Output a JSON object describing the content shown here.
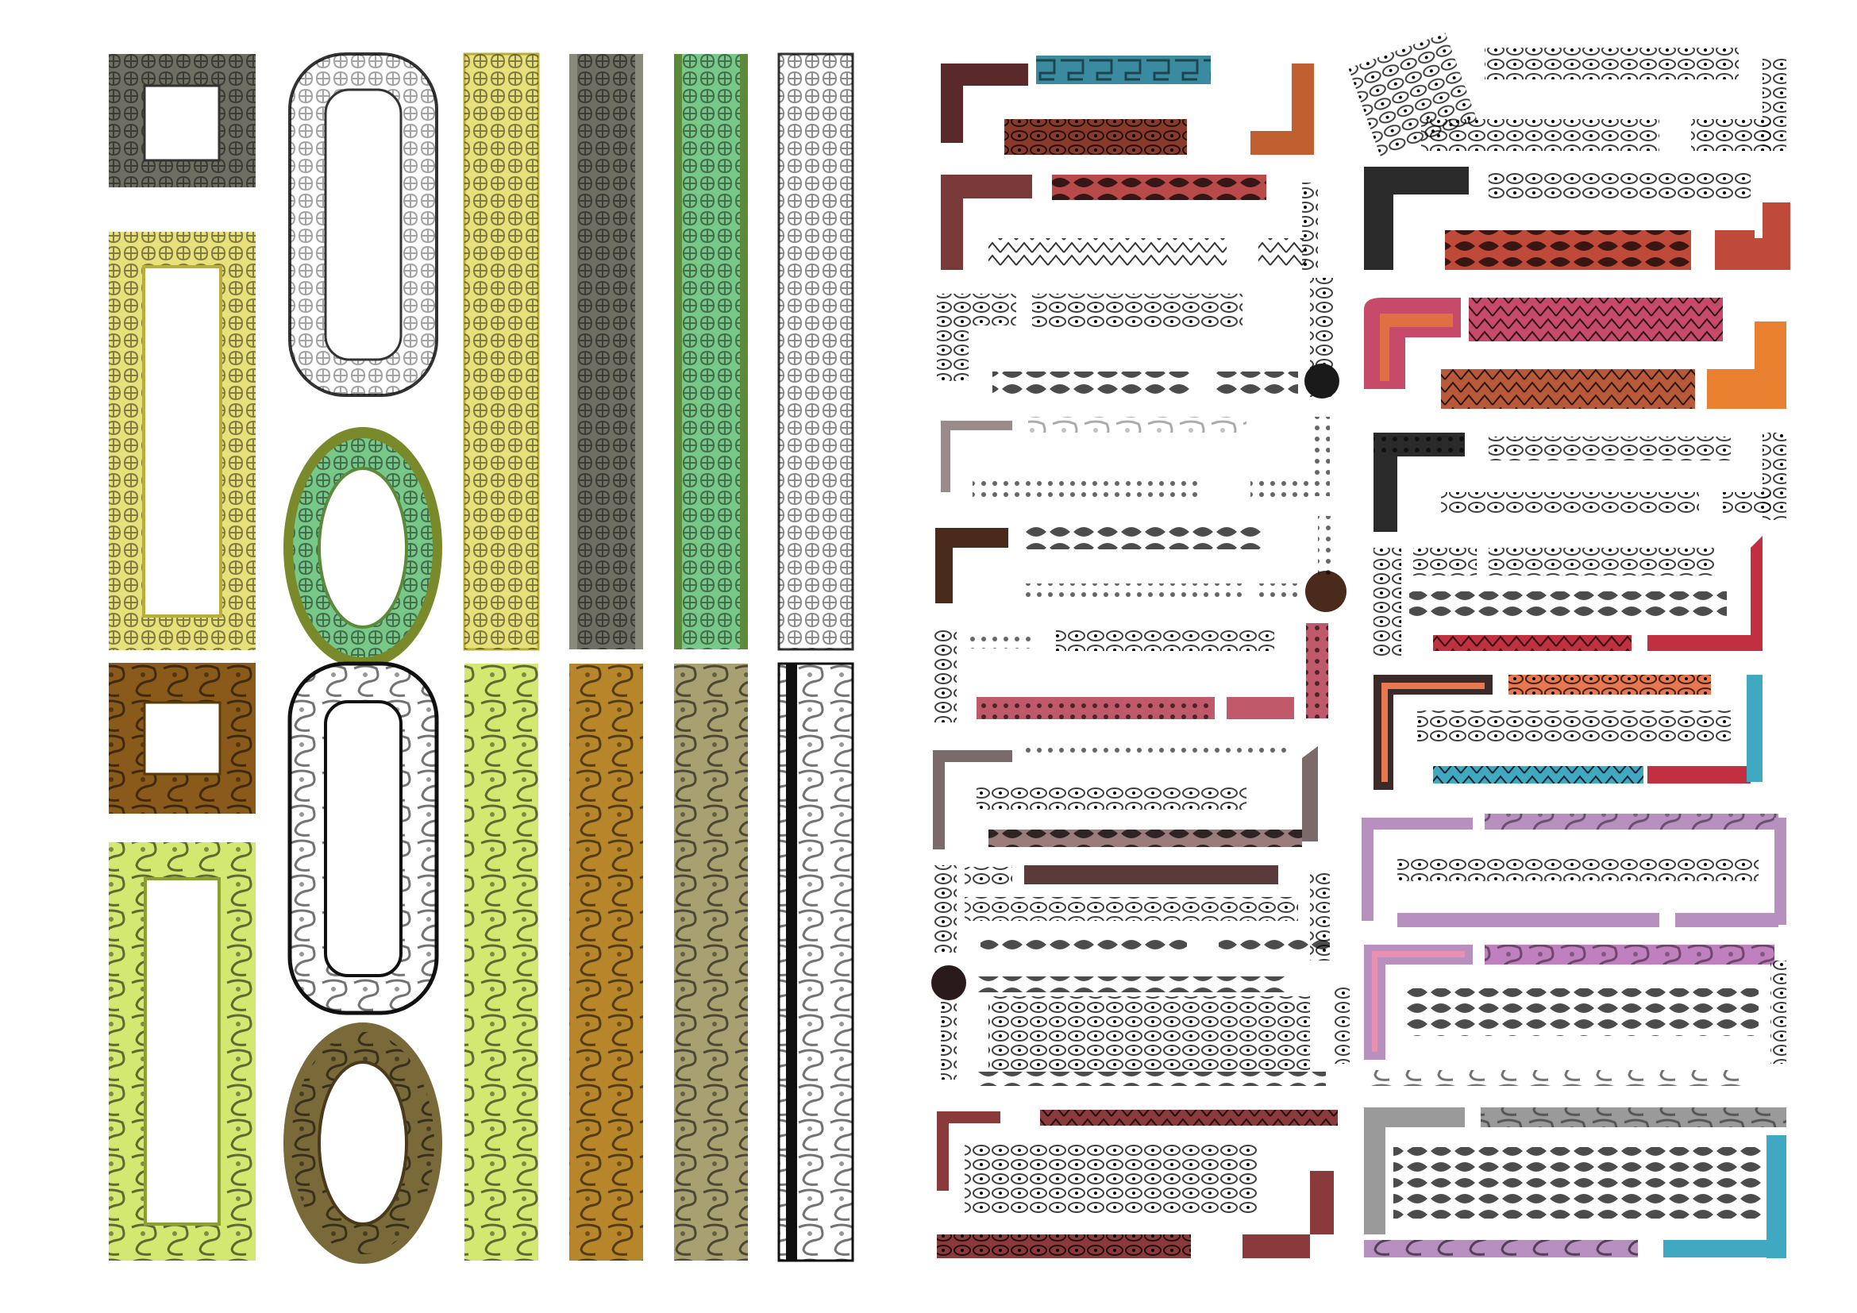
{
  "sheet": {
    "background": "#ffffff"
  },
  "palette": {
    "gray": "#6e6e62",
    "gray_light": "#8a8a7c",
    "yellow": "#e8e07a",
    "yellow_dark": "#b8ae38",
    "green": "#78c88a",
    "green_dark": "#5a8a3a",
    "olive": "#7a8a2a",
    "lime": "#d2e870",
    "lime_dark": "#8aa030",
    "brown": "#8a5a1a",
    "brown_light": "#b8862a",
    "olive_brown": "#7a6a3a",
    "khaki": "#a8a070",
    "black": "#1a1a1a",
    "maroon": "#5a2a2a",
    "crimson": "#c03040",
    "coral": "#e87850",
    "teal": "#40a8c0",
    "pink": "#e890b0",
    "lavender": "#b890c0",
    "dark_brown": "#4a2a1a",
    "salmon": "#e8a890",
    "orange": "#e88030"
  },
  "icons": {
    "square_frame": "ornamental-square-frame",
    "rect_frame": "ornamental-rectangle-frame",
    "rounded_frame": "ornamental-rounded-frame",
    "oval_frame": "ornamental-oval-frame",
    "vertical_strip": "ornamental-vertical-border",
    "border_set": "ornamental-corner-border-set"
  }
}
